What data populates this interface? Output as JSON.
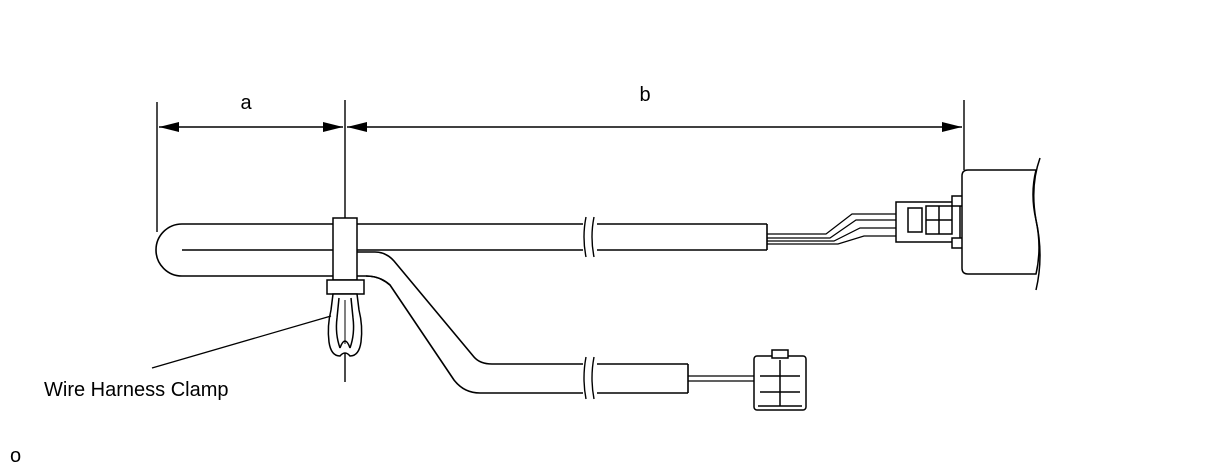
{
  "diagram": {
    "dimensions": {
      "a_label": "a",
      "b_label": "b"
    },
    "callout": {
      "clamp_label": "Wire Harness Clamp"
    },
    "figure_code": "o",
    "colors": {
      "line": "#000000",
      "background": "#ffffff"
    }
  }
}
